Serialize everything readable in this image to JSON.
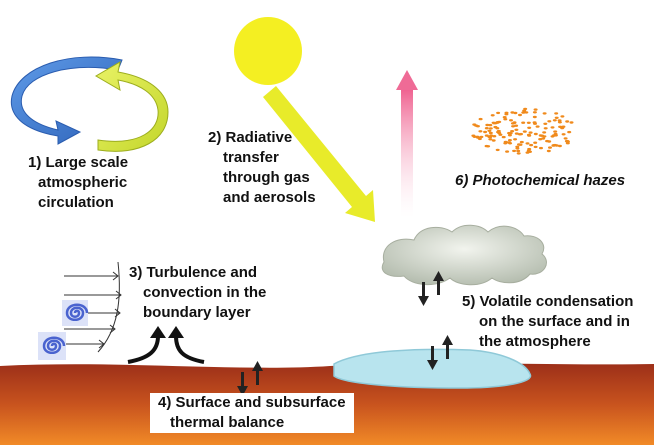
{
  "labels": {
    "circulation": [
      "1) Large scale",
      "atmospheric",
      "circulation"
    ],
    "radiative": [
      "2) Radiative",
      "transfer",
      "through gas",
      "and aerosols"
    ],
    "turbulence": [
      "3) Turbulence and",
      "convection in the",
      "boundary layer"
    ],
    "thermal": [
      "4) Surface and subsurface",
      "thermal balance"
    ],
    "volatile": [
      "5) Volatile condensation",
      "on the surface and in",
      "the atmosphere"
    ],
    "hazes": "6) Photochemical hazes"
  },
  "colors": {
    "sun": "#f3ee1f",
    "sun_ray": "#e9ec2c",
    "circulation_blue": "#3d78c9",
    "circulation_green": "#d5e533",
    "upward_arrow": "#f07fa0",
    "haze_dots": "#f08a1c",
    "ground_top": "#a0341a",
    "ground_bottom": "#f18524",
    "ice": "#b6e3ee",
    "cloud": "#d9dfd5",
    "swirl": "#4a63cf"
  },
  "icons": [
    "sun-icon",
    "circulation-arrows-icon",
    "radiation-ray-icon",
    "escape-arrow-icon",
    "haze-particles-icon",
    "cloud-icon",
    "ice-patch-icon",
    "eddy-icon",
    "convection-arrows-icon",
    "exchange-arrows-icon",
    "wind-profile-icon"
  ]
}
